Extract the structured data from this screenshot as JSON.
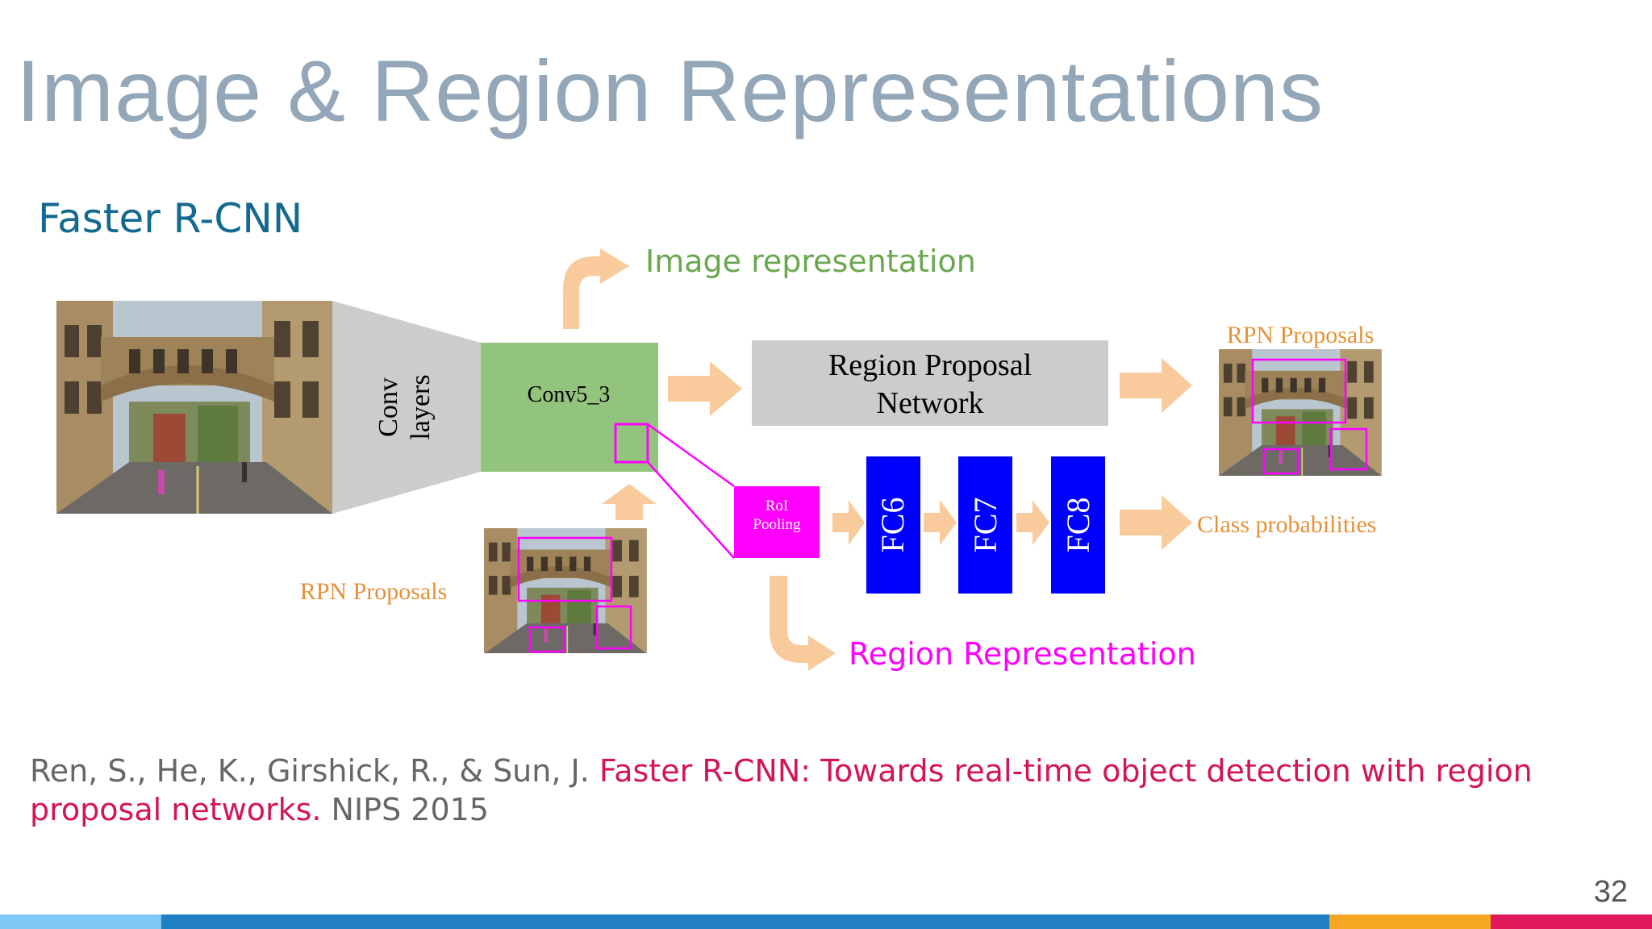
{
  "slide": {
    "title": "Image & Region Representations",
    "subtitle": "Faster R-CNN",
    "page_number": "32"
  },
  "diagram": {
    "conv_layers_line1": "Conv",
    "conv_layers_line2": "layers",
    "conv5_label": "Conv5_3",
    "rpn_line1": "Region Proposal",
    "rpn_line2": "Network",
    "roi_line1": "RoI",
    "roi_line2": "Pooling",
    "fc6": "FC6",
    "fc7": "FC7",
    "fc8": "FC8",
    "image_representation": "Image representation",
    "region_representation": "Region Representation",
    "rpn_proposals_bottom": "RPN Proposals",
    "rpn_proposals_right": "RPN Proposals",
    "class_probabilities": "Class probabilities",
    "colors": {
      "green_box": "#93c47d",
      "gray_box": "#cccccc",
      "fc_blue": "#0000ff",
      "roi_magenta": "#ff00ff",
      "arrow_peach": "#f9cb9c",
      "label_orange": "#e69138",
      "label_green": "#6aa84f"
    }
  },
  "citation": {
    "authors": "Ren, S., He, K., Girshick, R., & Sun, J. ",
    "paper_title": "Faster R-CNN: Towards real-time object detection with region proposal networks.",
    "venue": " NIPS 2015"
  },
  "footer_colors": [
    "#7fc7f5",
    "#1f7fc1",
    "#f5a623",
    "#e0195a"
  ]
}
